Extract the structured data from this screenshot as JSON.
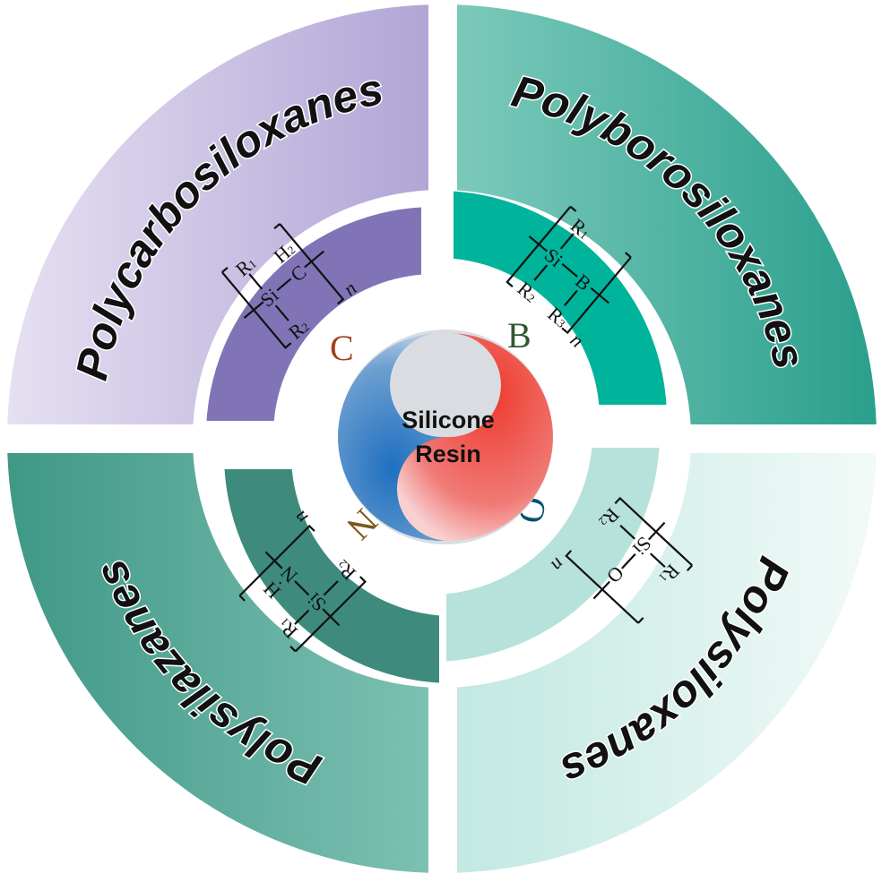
{
  "center": {
    "line1": "Silicone",
    "line2": "Resin"
  },
  "quadrants": [
    {
      "label": "Polycarbosiloxanes",
      "element": "C",
      "element_color": "#a0431e",
      "outer_color": "#7a69b2",
      "inner_color": "#8174b6"
    },
    {
      "label": "Polyborosiloxanes",
      "element": "B",
      "element_color": "#2e5a2e",
      "outer_color": "#2a9f8c",
      "inner_color": "#00b39b"
    },
    {
      "label": "Polysiloxanes",
      "element": "O",
      "element_color": "#0a4f6e",
      "outer_color": "#a9ddd4",
      "inner_color": "#b6e2db"
    },
    {
      "label": "Polysilazanes",
      "element": "N",
      "element_color": "#7a5a1a",
      "outer_color": "#3f9886",
      "inner_color": "#3e8b7e"
    }
  ],
  "structures": {
    "carbo": {
      "si": "Si",
      "x": "C",
      "r1": "R",
      "r1sub": "1",
      "r2": "R",
      "r2sub": "2",
      "h": "H",
      "hsub": "2",
      "n": "n"
    },
    "boro": {
      "si": "Si",
      "x": "B",
      "r1": "R",
      "r1sub": "1",
      "r2": "R",
      "r2sub": "2",
      "r3": "R",
      "r3sub": "3",
      "n": "n"
    },
    "siloxane": {
      "si": "Si",
      "x": "O",
      "r1": "R",
      "r1sub": "1",
      "r2": "R",
      "r2sub": "2",
      "n": "n"
    },
    "silazane": {
      "si": "Si",
      "x": "N",
      "r1": "R",
      "r1sub": "1",
      "r2": "R",
      "r2sub": "2",
      "h": "H",
      "n": "n"
    }
  }
}
